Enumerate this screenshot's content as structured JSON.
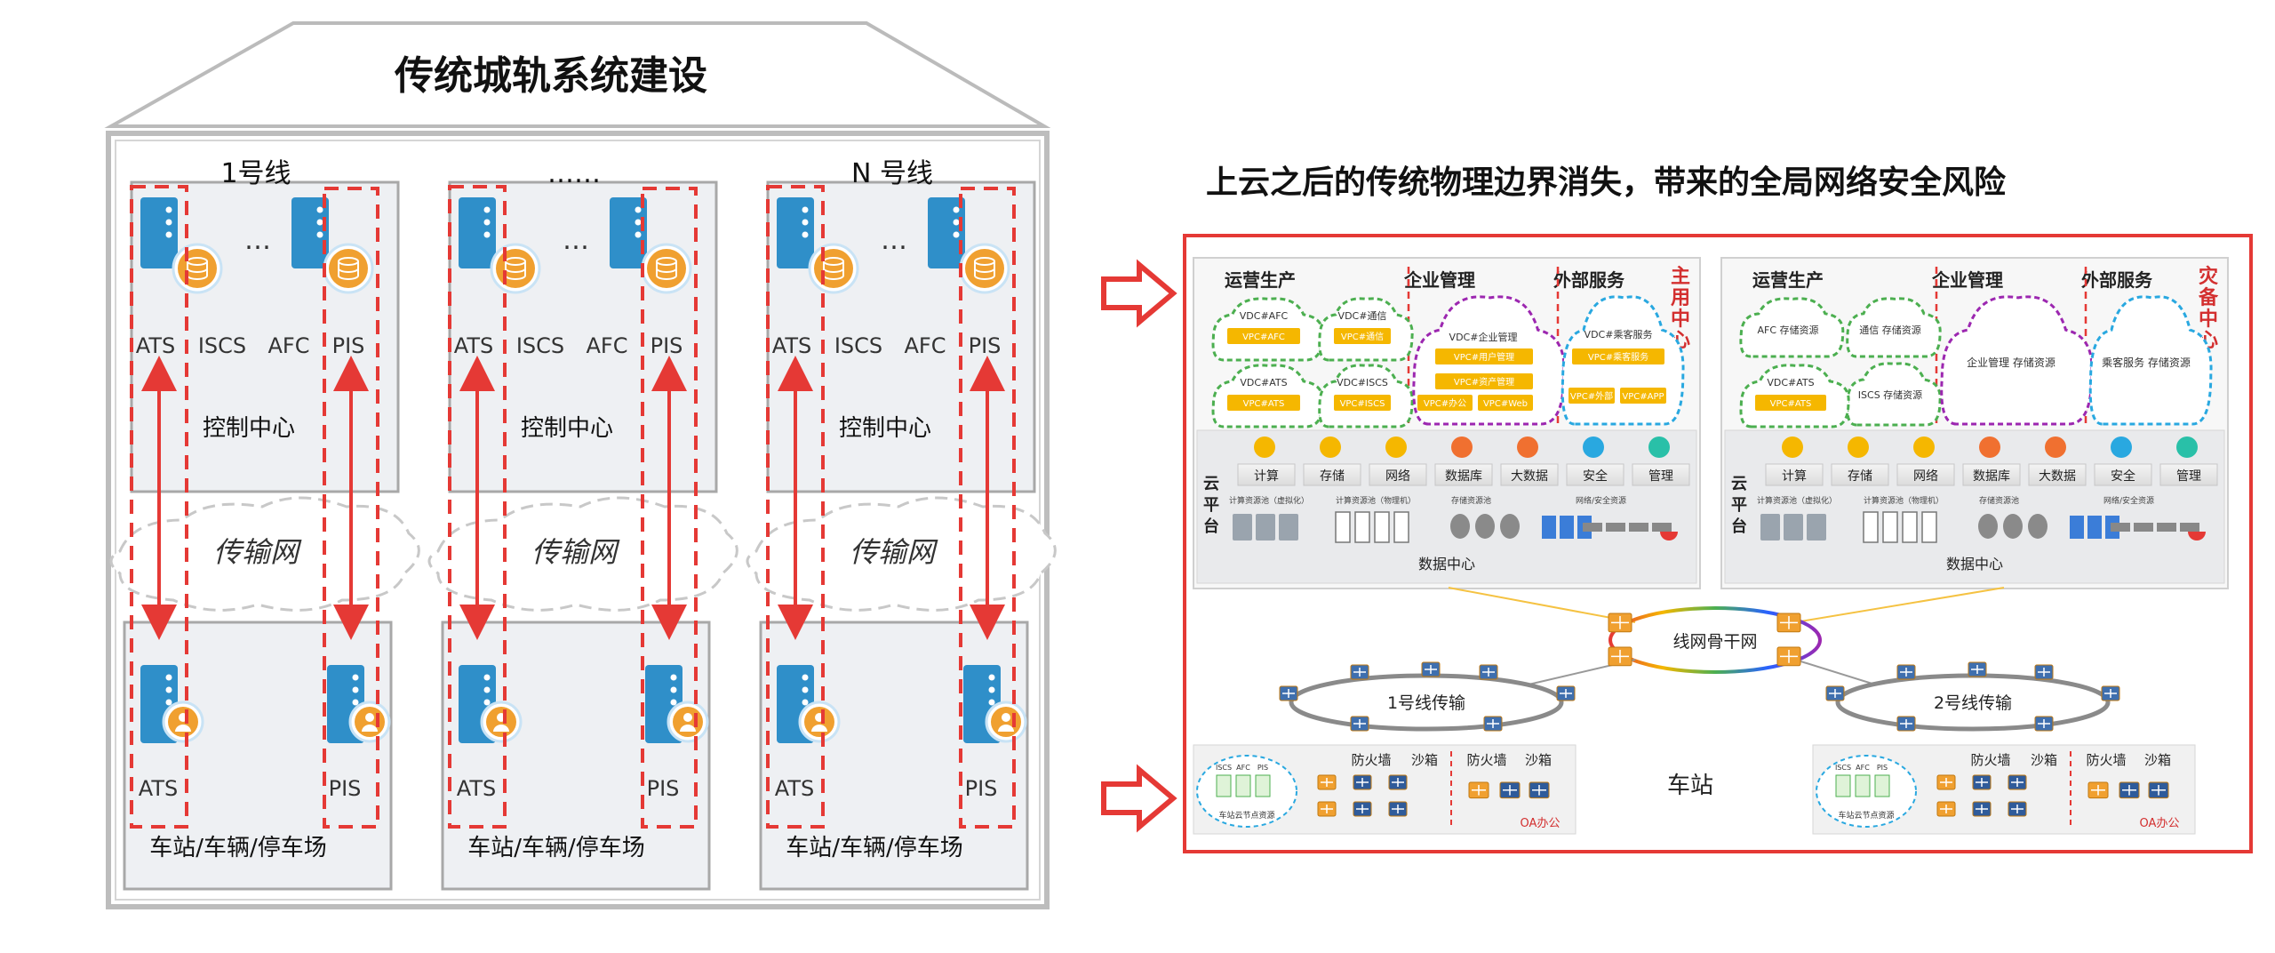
{
  "left": {
    "title": "传统城轨系统建设",
    "columns": [
      {
        "line": "1号线",
        "center": "控制中心",
        "net": "传输网",
        "station": "车站/车辆/停车场",
        "top_labels": [
          "ATS",
          "ISCS",
          "AFC",
          "PIS"
        ],
        "bottom_labels": [
          "ATS",
          "PIS"
        ],
        "ellipsis": "…"
      },
      {
        "line": "……",
        "center": "控制中心",
        "net": "传输网",
        "station": "车站/车辆/停车场",
        "top_labels": [
          "ATS",
          "ISCS",
          "AFC",
          "PIS"
        ],
        "bottom_labels": [
          "ATS",
          "PIS"
        ],
        "ellipsis": "…"
      },
      {
        "line": "N 号线",
        "center": "控制中心",
        "net": "传输网",
        "station": "车站/车辆/停车场",
        "top_labels": [
          "ATS",
          "ISCS",
          "AFC",
          "PIS"
        ],
        "bottom_labels": [
          "ATS",
          "PIS"
        ],
        "ellipsis": "…"
      }
    ]
  },
  "right": {
    "title": "上云之后的传统物理边界消失，带来的全局网络安全风险",
    "main_dc": {
      "side_label": "主用中心",
      "sections": [
        "运营生产",
        "企业管理",
        "外部服务"
      ],
      "vdc": [
        "VDC#AFC",
        "VDC#通信",
        "VDC#ATS",
        "VDC#ISCS",
        "VDC#企业管理",
        "VDC#乘客服务"
      ],
      "vpc": [
        "VPC#AFC",
        "VPC#通信",
        "VPC#ATS",
        "VPC#ISCS",
        "VPC#用户管理",
        "VPC#资产管理",
        "VPC#办公",
        "VPC#Web",
        "VPC#乘客服务",
        "VPC#外部",
        "VPC#APP"
      ],
      "platform": "云平台",
      "services": [
        "计算",
        "存储",
        "网络",
        "数据库",
        "大数据",
        "安全",
        "管理"
      ],
      "resources": [
        "计算资源池（虚拟化）",
        "计算资源池（物理机）",
        "存储资源池",
        "网络/安全资源"
      ],
      "footer": "数据中心"
    },
    "backup_dc": {
      "side_label": "灾备中心",
      "sections": [
        "运营生产",
        "企业管理",
        "外部服务"
      ],
      "clouds": [
        "AFC 存储资源",
        "通信 存储资源",
        "VDC#ATS",
        "ISCS 存储资源",
        "企业管理 存储资源",
        "乘客服务 存储资源"
      ],
      "vpc": [
        "VPC#ATS"
      ],
      "platform": "云平台",
      "services": [
        "计算",
        "存储",
        "网络",
        "数据库",
        "大数据",
        "安全",
        "管理"
      ],
      "resources": [
        "计算资源池（虚拟化）",
        "计算资源池（物理机）",
        "存储资源池",
        "网络/安全资源"
      ],
      "footer": "数据中心"
    },
    "backbone": "线网骨干网",
    "ring1": "1号线传输",
    "ring2": "2号线传输",
    "station_label": "车站",
    "station_left": {
      "firewall": "防火墙",
      "sandbox": "沙箱",
      "pool_label": "车站云节点资源",
      "systems": [
        "ISCS",
        "AFC",
        "PIS"
      ],
      "oa": "OA办公"
    },
    "station_right": {
      "firewall": "防火墙",
      "sandbox": "沙箱",
      "pool_label": "车站云节点资源",
      "systems": [
        "ISCS",
        "AFC",
        "PIS"
      ],
      "oa": "OA办公"
    },
    "colors": {
      "border": "#e53935",
      "dash_red": "#e53935",
      "vpc_fill": "#f5b700",
      "cloud_green": "#4caf50",
      "cloud_purple": "#9c27b0",
      "cloud_blue": "#29a8e0",
      "server_blue": "#2f8fc9",
      "db_orange": "#f0a030"
    }
  }
}
